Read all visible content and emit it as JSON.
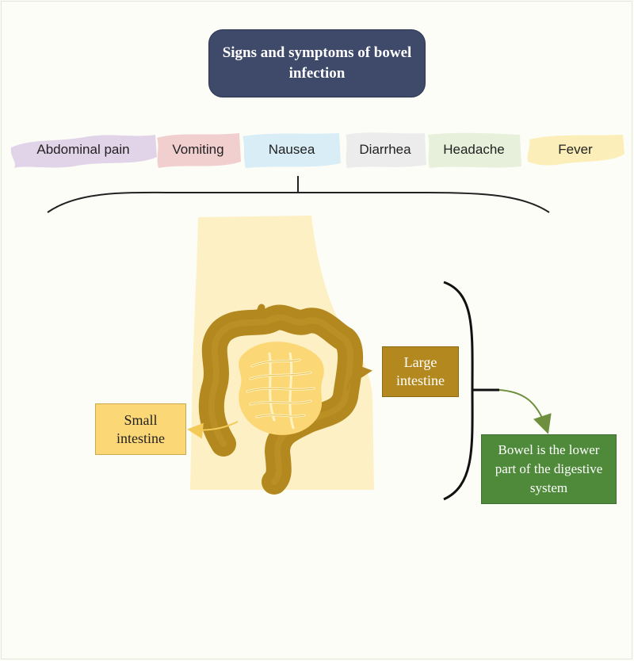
{
  "title": "Signs and symptoms of bowel infection",
  "symptoms": [
    {
      "label": "Abdominal pain",
      "color": "#e1d3e8"
    },
    {
      "label": "Vomiting",
      "color": "#f2cfcf"
    },
    {
      "label": "Nausea",
      "color": "#d9edf6"
    },
    {
      "label": "Diarrhea",
      "color": "#ececec"
    },
    {
      "label": "Headache",
      "color": "#e6f0da"
    },
    {
      "label": "Fever",
      "color": "#fbeeb8"
    }
  ],
  "labels": {
    "small_intestine": "Small intestine",
    "large_intestine": "Large intestine",
    "bowel_definition": "Bowel is the lower part of the digestive system"
  },
  "colors": {
    "title_box": "#3f4a6b",
    "body_silhouette": "#fdf0c5",
    "large_intestine": "#b3891f",
    "small_intestine": "#fbd776",
    "definition_box": "#4f8a3b",
    "connector_green": "#6d8f3e"
  }
}
